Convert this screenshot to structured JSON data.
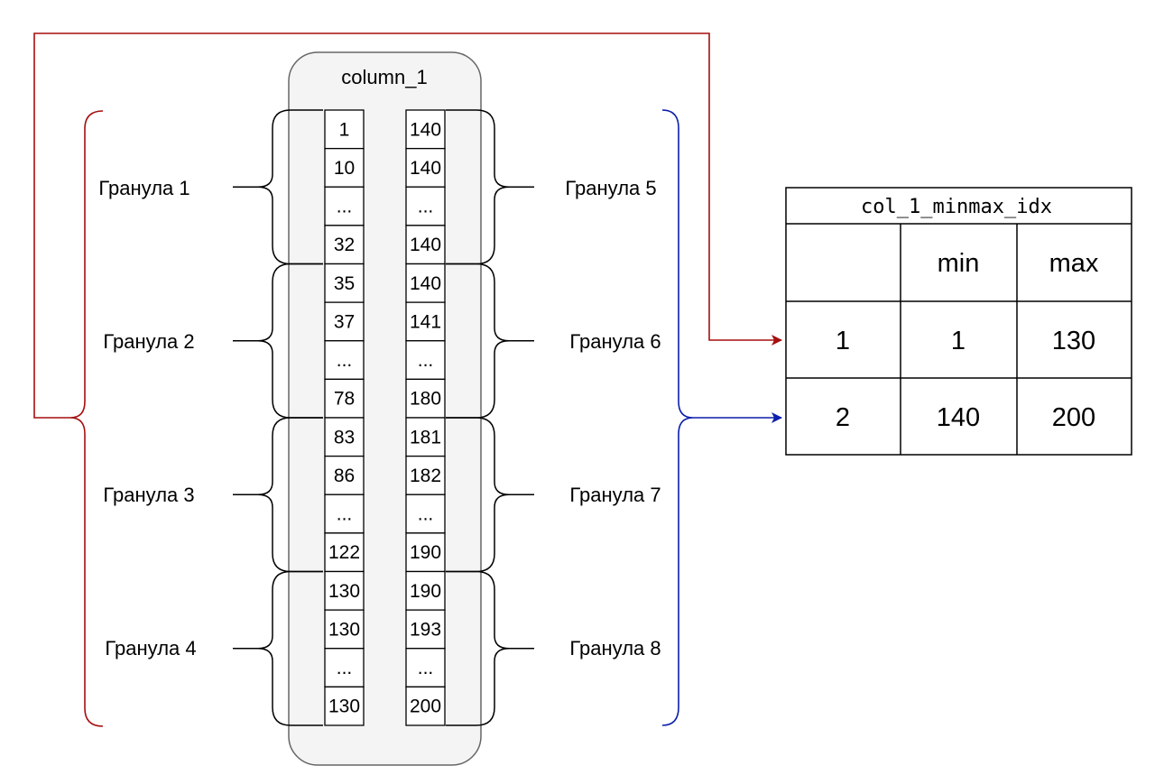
{
  "column": {
    "title": "column_1",
    "left_cells": [
      "1",
      "10",
      "...",
      "32",
      "35",
      "37",
      "...",
      "78",
      "83",
      "86",
      "...",
      "122",
      "130",
      "130",
      "...",
      "130"
    ],
    "right_cells": [
      "140",
      "140",
      "...",
      "140",
      "140",
      "141",
      "...",
      "180",
      "181",
      "182",
      "...",
      "190",
      "190",
      "193",
      "...",
      "200"
    ]
  },
  "granules_left": [
    "Гранула 1",
    "Гранула 2",
    "Гранула 3",
    "Гранула 4"
  ],
  "granules_right": [
    "Гранула 5",
    "Гранула 6",
    "Гранула 7",
    "Гранула 8"
  ],
  "index_table": {
    "title": "col_1_minmax_idx",
    "headers": [
      "",
      "min",
      "max"
    ],
    "rows": [
      [
        "1",
        "1",
        "130"
      ],
      [
        "2",
        "140",
        "200"
      ]
    ]
  },
  "colors": {
    "red_connector": "#a50f0f",
    "blue_connector": "#0a1faa",
    "column_fill": "#f4f4f4",
    "column_stroke": "#666666"
  }
}
